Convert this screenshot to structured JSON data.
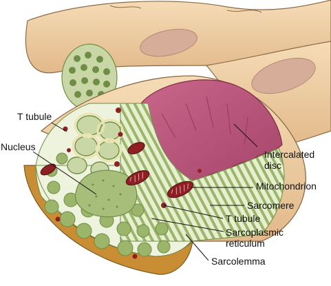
{
  "colors": {
    "fiber_skin": "#f0d2a8",
    "fiber_skin_dark": "#d9ad7c",
    "fiber_outline": "#8a6a45",
    "sarcolemma": "#c98d33",
    "cytoplasm": "#eef3de",
    "myofibril": "#9bb56a",
    "myofibril_dark": "#6f8d44",
    "intercalated_disc": "#c2607f",
    "intercalated_disc_dark": "#9c3e5e",
    "mitochondrion": "#8e1f24",
    "nucleus": "#a7bd7a"
  },
  "labels": {
    "t_tubule_top": "T tubule",
    "nucleus": "Nucleus",
    "intercalated_disc_line1": "Intercalated",
    "intercalated_disc_line2": "disc",
    "mitochondrion": "Mitochondrion",
    "sarcomere": "Sarcomere",
    "t_tubule_bottom": "T tubule",
    "sarcoplasmic_reticulum_line1": "Sarcoplasmic",
    "sarcoplasmic_reticulum_line2": "reticulum",
    "sarcolemma": "Sarcolemma"
  }
}
